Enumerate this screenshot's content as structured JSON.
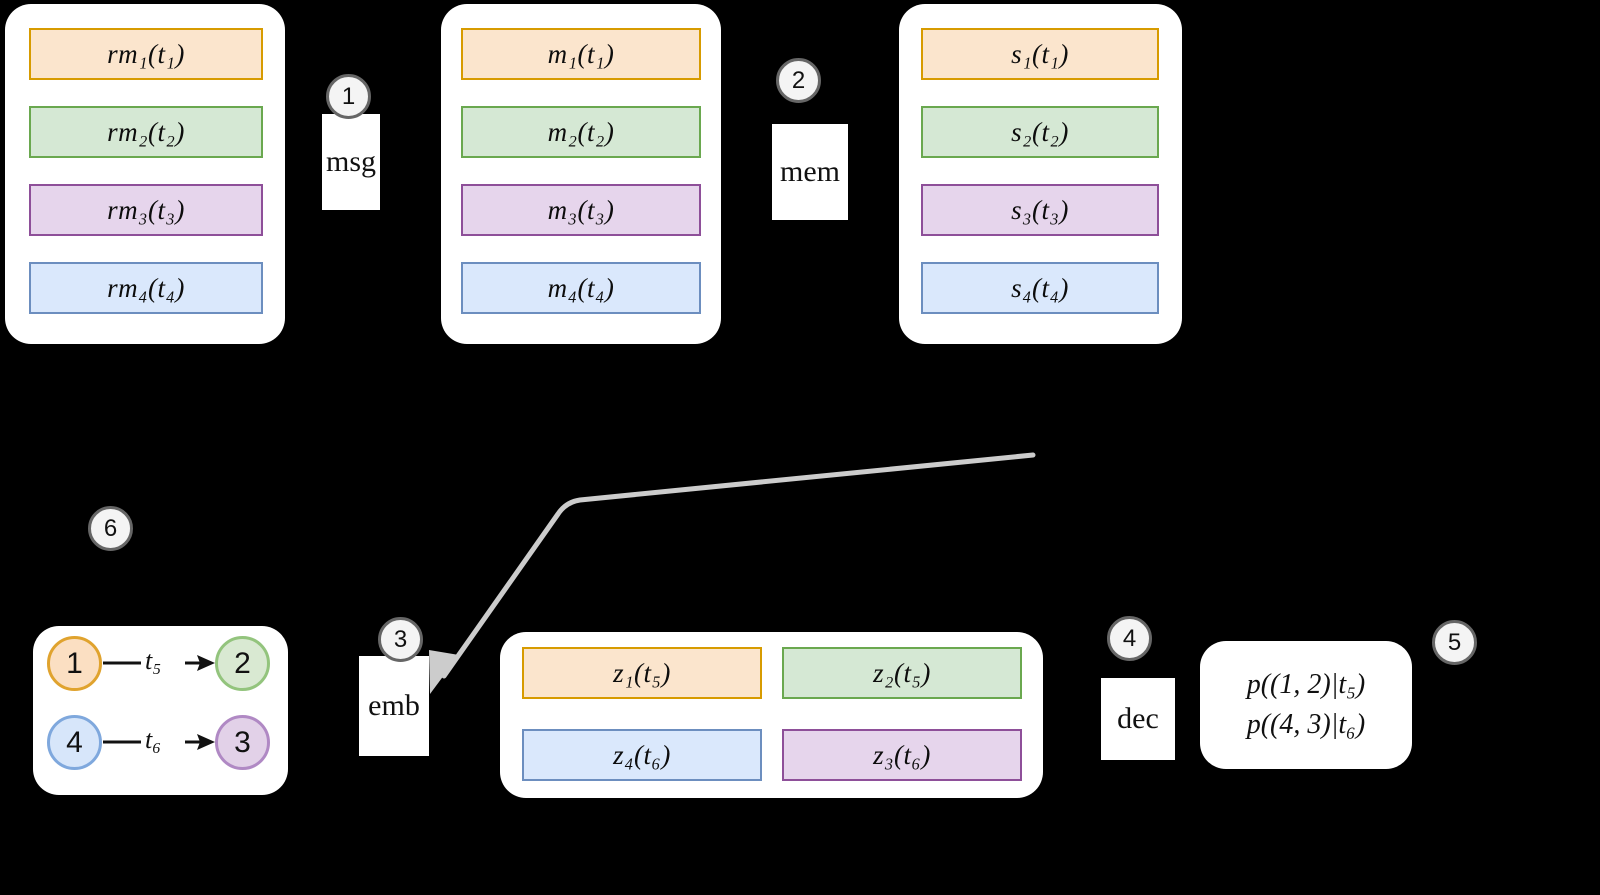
{
  "diagram": {
    "title": "message-memory-state embedding decoder pipeline",
    "steps": [
      {
        "id": "1",
        "label": "1"
      },
      {
        "id": "2",
        "label": "2"
      },
      {
        "id": "3",
        "label": "3"
      },
      {
        "id": "4",
        "label": "4"
      },
      {
        "id": "5",
        "label": "5"
      },
      {
        "id": "6",
        "label": "6"
      }
    ],
    "operators": {
      "msg": "msg",
      "mem": "mem",
      "emb": "emb",
      "dec": "dec"
    },
    "raw_messages": {
      "name": "raw-messages-panel",
      "items": [
        {
          "text": "rm₁(t₁)",
          "color": "orange"
        },
        {
          "text": "rm₂(t₂)",
          "color": "green"
        },
        {
          "text": "rm₃(t₃)",
          "color": "purple"
        },
        {
          "text": "rm₄(t₄)",
          "color": "blue"
        }
      ]
    },
    "messages": {
      "name": "messages-panel",
      "items": [
        {
          "text": "m₁(t₁)",
          "color": "orange"
        },
        {
          "text": "m₂(t₂)",
          "color": "green"
        },
        {
          "text": "m₃(t₃)",
          "color": "purple"
        },
        {
          "text": "m₄(t₄)",
          "color": "blue"
        }
      ]
    },
    "states": {
      "name": "states-panel",
      "items": [
        {
          "text": "s₁(t₁)",
          "color": "orange"
        },
        {
          "text": "s₂(t₂)",
          "color": "green"
        },
        {
          "text": "s₃(t₃)",
          "color": "purple"
        },
        {
          "text": "s₄(t₄)",
          "color": "blue"
        }
      ]
    },
    "embeddings": {
      "name": "embeddings-panel",
      "items": [
        {
          "text": "z₁(t₅)",
          "color": "orange"
        },
        {
          "text": "z₂(t₅)",
          "color": "green"
        },
        {
          "text": "z₄(t₆)",
          "color": "blue"
        },
        {
          "text": "z₃(t₆)",
          "color": "purple"
        }
      ]
    },
    "graph": {
      "name": "interaction-graph-panel",
      "nodes": [
        {
          "label": "1",
          "color": "orange"
        },
        {
          "label": "2",
          "color": "green"
        },
        {
          "label": "4",
          "color": "blue"
        },
        {
          "label": "3",
          "color": "purple"
        }
      ],
      "edges": [
        {
          "from": "1",
          "to": "2",
          "label": "t₅"
        },
        {
          "from": "4",
          "to": "3",
          "label": "t₆"
        }
      ]
    },
    "predictions": {
      "name": "predictions-panel",
      "lines": [
        "p((1, 2)|t₅)",
        "p((4, 3)|t₆)"
      ]
    },
    "colors": {
      "orange_fill": "#fbe5cd",
      "orange_stroke": "#d79b00",
      "green_fill": "#d5e8d4",
      "green_stroke": "#6aa84f",
      "purple_fill": "#e6d5ec",
      "purple_stroke": "#8e4f99",
      "blue_fill": "#dae8fc",
      "blue_stroke": "#6c8ebf",
      "background": "#000000",
      "panel": "#ffffff",
      "feedback_arrow": "#cccccc"
    }
  }
}
